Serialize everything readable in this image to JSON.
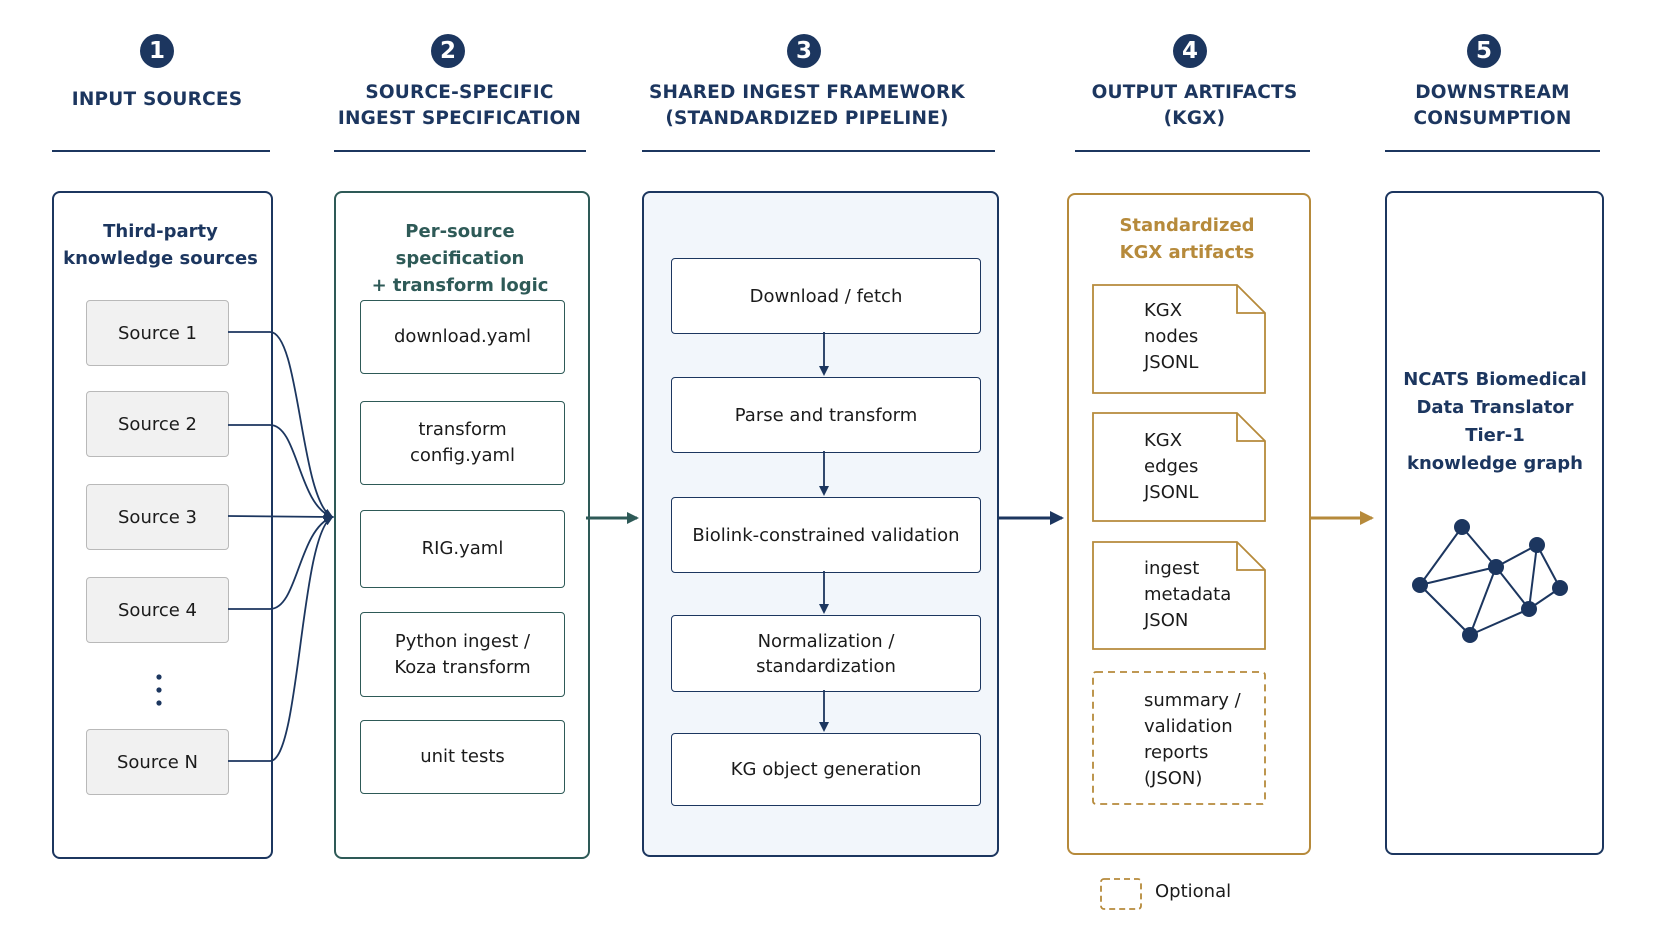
{
  "stages": [
    {
      "number": "1",
      "title": "INPUT SOURCES"
    },
    {
      "number": "2",
      "title": "SOURCE-SPECIFIC\nINGEST SPECIFICATION"
    },
    {
      "number": "3",
      "title": "SHARED INGEST FRAMEWORK\n(STANDARDIZED PIPELINE)"
    },
    {
      "number": "4",
      "title": "OUTPUT ARTIFACTS\n(KGX)"
    },
    {
      "number": "5",
      "title": "DOWNSTREAM\nCONSUMPTION"
    }
  ],
  "input_sources": {
    "heading": "Third-party\nknowledge sources",
    "items": [
      "Source 1",
      "Source 2",
      "Source 3",
      "Source 4",
      "Source N"
    ]
  },
  "ingest_spec": {
    "heading": "Per-source specification\n+ transform logic",
    "items": [
      "download.yaml",
      "transform\nconfig.yaml",
      "RIG.yaml",
      "Python ingest /\nKoza transform",
      "unit tests"
    ]
  },
  "pipeline": {
    "steps": [
      "Download / fetch",
      "Parse and transform",
      "Biolink-constrained validation",
      "Normalization /\nstandardization",
      "KG object generation"
    ]
  },
  "outputs": {
    "heading": "Standardized\nKGX artifacts",
    "items": [
      {
        "label": "KGX\nnodes\nJSONL",
        "optional": false
      },
      {
        "label": "KGX\nedges\nJSONL",
        "optional": false
      },
      {
        "label": "ingest\nmetadata\nJSON",
        "optional": false
      },
      {
        "label": "summary /\nvalidation\nreports\n(JSON)",
        "optional": true
      }
    ]
  },
  "consumption": {
    "label": "NCATS Biomedical\nData Translator\nTier-1\nknowledge graph",
    "icon": "network-graph-icon"
  },
  "legend": {
    "optional_label": "Optional"
  },
  "colors": {
    "navy": "#1c365f",
    "teal": "#2e5a57",
    "gold": "#b68a3b",
    "source_fill": "#f1f1f1",
    "pipeline_fill": "#f2f6fb"
  }
}
